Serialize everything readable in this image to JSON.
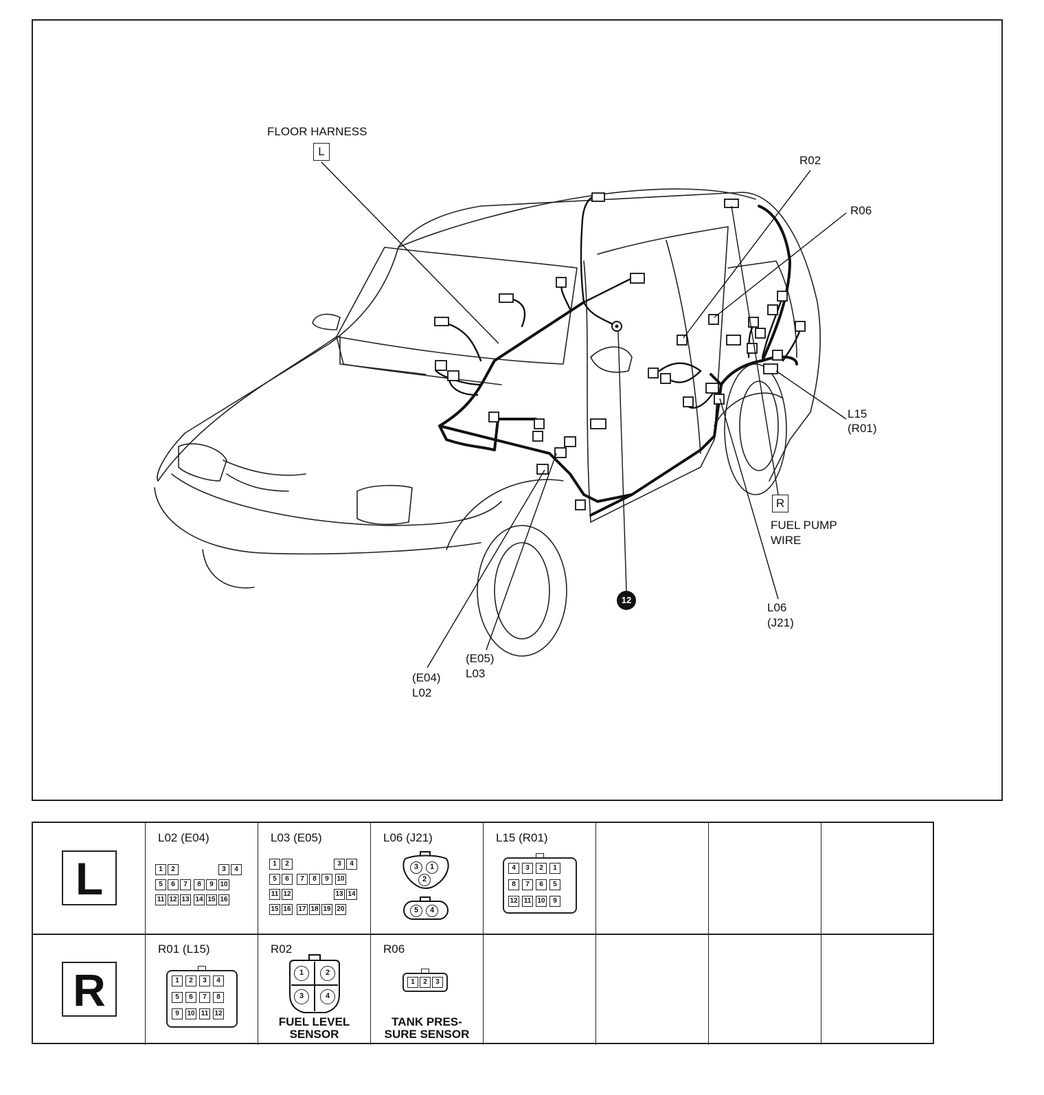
{
  "diagram": {
    "floor_harness_label": "FLOOR HARNESS",
    "floor_harness_code": "L",
    "fuel_pump_code": "R",
    "fuel_pump_label_1": "FUEL PUMP",
    "fuel_pump_label_2": "WIRE",
    "callout_r02": "R02",
    "callout_r06": "R06",
    "callout_l15_1": "L15",
    "callout_l15_2": "(R01)",
    "callout_l06_1": "L06",
    "callout_l06_2": "(J21)",
    "callout_e05_1": "(E05)",
    "callout_e05_2": "L03",
    "callout_e04_1": "(E04)",
    "callout_e04_2": "L02",
    "ground_number": "12"
  },
  "table": {
    "row_l": {
      "letter": "L",
      "connectors": [
        {
          "title": "L02 (E04)",
          "pins": [
            "1",
            "2",
            "3",
            "4",
            "5",
            "6",
            "7",
            "8",
            "9",
            "10",
            "11",
            "12",
            "13",
            "14",
            "15",
            "16"
          ]
        },
        {
          "title": "L03 (E05)",
          "pins": [
            "1",
            "2",
            "3",
            "4",
            "5",
            "6",
            "7",
            "8",
            "9",
            "10",
            "11",
            "12",
            "13",
            "14",
            "15",
            "16",
            "17",
            "18",
            "19",
            "20"
          ]
        },
        {
          "title": "L06 (J21)",
          "pins_top": [
            "3",
            "1",
            "2"
          ],
          "pins_bottom": [
            "5",
            "4"
          ]
        },
        {
          "title": "L15 (R01)",
          "pins": [
            "4",
            "3",
            "2",
            "1",
            "8",
            "7",
            "6",
            "5",
            "12",
            "11",
            "10",
            "9"
          ]
        }
      ]
    },
    "row_r": {
      "letter": "R",
      "connectors": [
        {
          "title": "R01 (L15)",
          "pins": [
            "1",
            "2",
            "3",
            "4",
            "5",
            "6",
            "7",
            "8",
            "9",
            "10",
            "11",
            "12"
          ]
        },
        {
          "title": "R02",
          "pins": [
            "1",
            "2",
            "3",
            "4"
          ],
          "caption_1": "FUEL LEVEL",
          "caption_2": "SENSOR"
        },
        {
          "title": "R06",
          "pins": [
            "1",
            "2",
            "3"
          ],
          "caption_1": "TANK PRES-",
          "caption_2": "SURE SENSOR"
        }
      ]
    }
  }
}
